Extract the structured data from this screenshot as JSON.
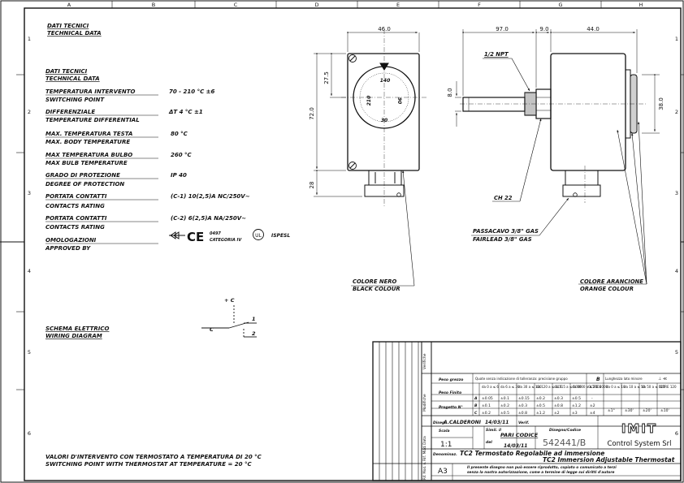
{
  "frame": {
    "col_letters": [
      "A",
      "B",
      "C",
      "D",
      "E",
      "F",
      "G",
      "H"
    ],
    "row_numbers": [
      "1",
      "2",
      "3",
      "4",
      "5",
      "6"
    ]
  },
  "spec": {
    "header": [
      "DATI TECNICI",
      "TECHNICAL DATA"
    ],
    "header2": [
      "DATI TECNICI",
      "TECHNICAL DATA"
    ],
    "rows": [
      {
        "it": "TEMPERATURA INTERVENTO",
        "en": "SWITCHING POINT",
        "value": "70 - 210 °C ±6"
      },
      {
        "it": "DIFFERENZIALE",
        "en": "TEMPERATURE DIFFERENTIAL",
        "value": "ΔT 4 °C ±1"
      },
      {
        "it": "MAX. TEMPERATURA TESTA",
        "en": "MAX. BODY TEMPERATURE",
        "value": "80 °C"
      },
      {
        "it": "MAX TEMPERATURA BULBO",
        "en": "MAX BULB TEMPERATURE",
        "value": "260 °C"
      },
      {
        "it": "GRADO DI PROTEZIONE",
        "en": "DEGREE OF PROTECTION",
        "value": "IP 40"
      },
      {
        "it": "PORTATA CONTATTI",
        "en": "CONTACTS RATING",
        "value": "(C-1)  10(2,5)A NC/250V~"
      },
      {
        "it": "PORTATA CONTATTI",
        "en": "CONTACTS RATING",
        "value": "(C-2)  6(2,5)A NA/250V~"
      },
      {
        "it": "OMOLOGAZIONI",
        "en": "APPROVED BY",
        "value": ""
      }
    ],
    "approvals": {
      "ce_num": "0497",
      "ce_cat": "CATEGORIA IV",
      "ispesl": "ISPESL"
    },
    "wiring": {
      "it": "SCHEMA ELETTRICO",
      "en": "WIRING DIAGRAM",
      "terminal_plus": "+ C",
      "terminal_c": "C",
      "terminal_1": "1",
      "terminal_2": "2"
    },
    "footer": [
      "VALORI D'INTERVENTO CON TERMOSTATO A TEMPERATURA DI 20 °C",
      "SWITCHING POINT WITH THERMOSTAT AT TEMPERATURE = 20 °C"
    ]
  },
  "drawing": {
    "dim_46": "46.0",
    "dim_27_5": "27.5",
    "dim_72": "72.0",
    "dim_28": "28",
    "dim_97": "97.0",
    "dim_9": "9.0",
    "dim_44": "44.0",
    "dim_8": "8.0",
    "dim_38": "38.0",
    "npt": "1/2 NPT",
    "ch": "CH 22",
    "dial": [
      "140",
      "90",
      "210",
      "30"
    ],
    "passacavo_it": "PASSACAVO 3/8\" GAS",
    "passacavo_en": "FAIRLEAD 3/8\" GAS",
    "colore_nero_it": "COLORE NERO",
    "colore_nero_en": "BLACK COLOUR",
    "colore_arancione_it": "COLORE ARANCIONE",
    "colore_arancione_en": "ORANGE COLOUR"
  },
  "title_block": {
    "side_labels": [
      "Verifiche",
      "Modifiche",
      "Data",
      "Rif. Mod.",
      "Rif. Mod. n."
    ],
    "peso_grezzo": "Peso grezzo",
    "tolerance_note": "Quote senza indicazione di tolleranza: precisione gruppo",
    "tol_group": "B",
    "peso_finito": "Peso Finito",
    "progetto": "Progetto N°",
    "lin_ranges": [
      "da 0\na ≤ 6",
      "da 6\na ≤ 30",
      "da 30\na ≤ 120",
      "da 120\na ≤ 315",
      "da 315\na ≤ 1000",
      "da 1000\na ≤ 2000",
      "OLTRE\n2000"
    ],
    "lin_A": [
      "±0.05",
      "±0.1",
      "±0.15",
      "±0.2",
      "±0.3",
      "±0.5",
      "-"
    ],
    "lin_B": [
      "±0.1",
      "±0.2",
      "±0.3",
      "±0.5",
      "±0.8",
      "±1.2",
      "±2"
    ],
    "lin_C": [
      "±0.2",
      "±0.5",
      "±0.8",
      "±1.2",
      "±2",
      "±3",
      "±4"
    ],
    "ang_title": "Lunghezza lato minore",
    "ang_ranges": [
      "da 0\na ≤ 10",
      "da 10\na ≤ 50",
      "da 50\na ≤ 120",
      "OLTRE\n120"
    ],
    "ang_values": [
      "±1°",
      "±30'",
      "±20'",
      "±10'"
    ],
    "disegnatore_label": "Diseg.",
    "disegnatore": "A.CALDERONI",
    "date": "14/03/11",
    "verif": "Verif.",
    "scala_label": "Scala",
    "scala": "1:1",
    "simil_label": "Simil. il",
    "simil": "PARI CODICE",
    "del_label": "del",
    "del": "14/03/11",
    "code_label": "Disegno/Codice",
    "code": "542441/B",
    "logo": "IMIT",
    "company": "Control System Srl",
    "denom_label": "Denominaz.",
    "denom_1": "TC2 Termostato Regolabile ad immersione",
    "denom_2": "TC2  Immersion Adjustable Thermostat",
    "format": "A3",
    "legal": "Il presente disegno non può essere riprodotto, copiato o comunicato a terzi senza la nostra autorizzazione, come a termine di legge sui diritti d'autore",
    "legal_1": "Il presente disegno non può essere riprodotto, copiato o comunicato a terzi",
    "legal_2": "senza la nostra autorizzazione, come a termine di legge sui diritti d'autore"
  }
}
